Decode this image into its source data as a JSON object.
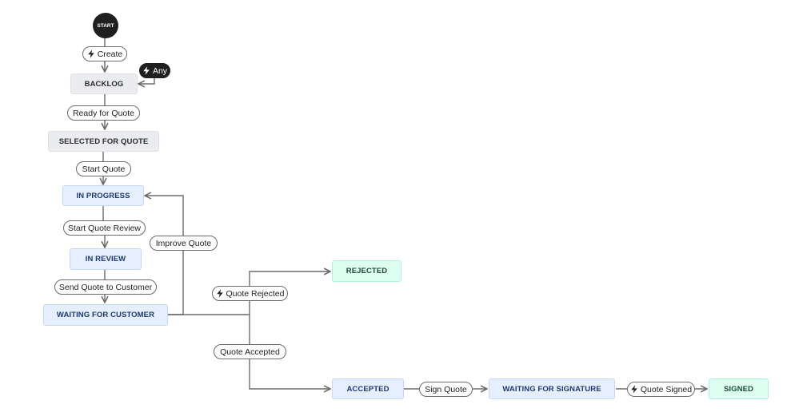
{
  "start": {
    "label": "START"
  },
  "statuses": {
    "backlog": "BACKLOG",
    "selected_for_quote": "SELECTED FOR QUOTE",
    "in_progress": "IN PROGRESS",
    "in_review": "IN REVIEW",
    "waiting_for_customer": "WAITING FOR CUSTOMER",
    "rejected": "REJECTED",
    "accepted": "ACCEPTED",
    "waiting_for_signature": "WAITING FOR SIGNATURE",
    "signed": "SIGNED"
  },
  "transitions": {
    "create": "Create",
    "any": "Any",
    "ready_for_quote": "Ready for Quote",
    "start_quote": "Start Quote",
    "start_quote_review": "Start Quote Review",
    "improve_quote": "Improve Quote",
    "send_quote_to_customer": "Send Quote to Customer",
    "quote_rejected": "Quote Rejected",
    "quote_accepted": "Quote Accepted",
    "sign_quote": "Sign Quote",
    "quote_signed": "Quote Signed"
  },
  "icons": {
    "automation": "lightning-bolt-icon"
  },
  "colors": {
    "todo_fill": "#ebecf0",
    "in_progress_fill": "#e6efff",
    "done_fill": "#dcfff1",
    "connector": "#6b6b6b"
  }
}
